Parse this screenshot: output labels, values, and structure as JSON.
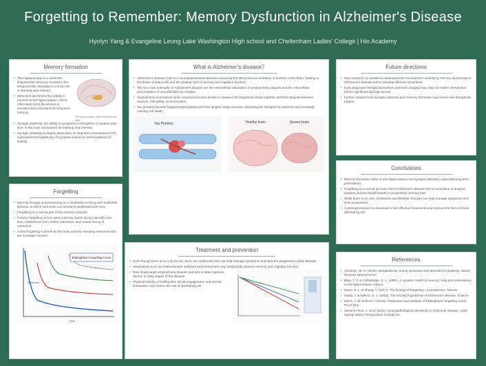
{
  "header": {
    "title": "Forgetting to Remember: Memory Dysfunction in Alzheimer's Disease",
    "authors": "Hyolyn Yang & Evangeline Leung   Lake Washington High school and Cheltenham Ladies' College  |  Hio Academy"
  },
  "memory_formation": {
    "title": "Memory formation",
    "bullets": [
      "The hippocampus is a seahorse-shaped brain structure located in the temporal lobe and plays a crucial role in learning and memory.",
      "Memories are formed by activity in neurons in the hippocampus, where information from the senses is encoded and converted into long-term memory.",
      "Synaptic plasticity, the ability of synapses to strengthen or weaken over time, is the main mechanism for learning and memory.",
      "Synaptic plasticity is largely dependent on long-term potentiation (LTP), a persistent strengthening of synapses based on recent patterns of activity."
    ],
    "figure_caption": "The hippocampus within the temporal lobe"
  },
  "forgetting": {
    "title": "Forgetting",
    "bullets": [
      "Memory storage and processing is a constantly evolving and modifiable process, in which memories can be lost or weakened over time.",
      "Forgetting is a normal part of the memory process.",
      "Passive forgetting occurs when memory traces decay naturally over time, interference from similar memories, and natural decay of memories.",
      "Active forgetting is driven by the brain actively removing memories that are no longer needed."
    ],
    "chart": {
      "title": "Ebbinghaus Forgetting Curve",
      "labels": [
        "Retention",
        "Time"
      ]
    }
  },
  "alzheimers": {
    "title": "What is Alzheimer's disease?",
    "bullets": [
      "Alzheimer's disease (AD) is a neurodegenerative disease caused by the abnormal accumulation of proteins in the brain, leading to the death of brain cells and the gradual loss of memory and cognitive function.",
      "The two main hallmarks of Alzheimer's disease are the extracellular deposition of amyloid-beta plaques and the intracellular accumulation of neurofibrillary tau tangles.",
      "Amyloid beta is produced when amyloid precursor protein is cleaved; the fragments clump together and form plaques between neurons, disrupting communication.",
      "Tau proteins become hyperphosphorylated and form tangles inside neurons, disrupting the transport of nutrients and eventually causing cell death."
    ],
    "fig_labels": {
      "tau": "Tau Proteins",
      "healthy": "Healthy brain",
      "severe": "Severe brain"
    }
  },
  "treatment": {
    "title": "Treatment and prevention",
    "bullets": [
      "Even though there is no cure for AD, there are treatments that can help manage symptoms and slow the progression of the disease.",
      "Medications such as cholinesterase inhibitors and memantine may temporarily improve memory and cognitive function.",
      "New drugs target amyloid beta plaques and aim to slow cognitive decline in early stages of the disease.",
      "Physical activity, a healthy diet, social engagement, and mental stimulation may reduce the risk of developing AD."
    ]
  },
  "future": {
    "title": "Future directions",
    "bullets": [
      "More research is needed to understand the mechanisms underlying memory dysfunction in Alzheimer's disease and to develop effective treatments.",
      "Early diagnosis through biomarkers and brain imaging may allow for earlier intervention before significant damage occurs.",
      "Further research into synaptic plasticity and memory formation may reveal new therapeutic targets."
    ]
  },
  "conclusions": {
    "title": "Conclusions",
    "bullets": [
      "Memory formation relies on the hippocampus and synaptic plasticity, especially long-term potentiation.",
      "Forgetting is a normal process, but in Alzheimer's disease the accumulation of amyloid plaques and tau tangles leads to progressive memory loss.",
      "While there is no cure, treatments and lifestyle changes can help manage symptoms and slow progression.",
      "Continued research is essential to find effective treatments and improve the lives of those affected by AD."
    ]
  },
  "references": {
    "title": "References",
    "items": [
      "Abraham, W. C. (2008). Metaplasticity: tuning synapses and networks for plasticity. Nature Reviews Neuroscience.",
      "Bliss, T. V. & Collingridge, G. L. (1993). A synaptic model of memory: long-term potentiation in the hippocampus. Nature.",
      "Davis, R. L. & Zhong, Y. (2017). The biology of forgetting—a perspective. Neuron.",
      "Hardy, J. & Selkoe, D. J. (2002). The amyloid hypothesis of Alzheimer's disease. Science.",
      "Murre, J. M. & Dros, J. (2015). Replication and analysis of Ebbinghaus' forgetting curve. PLoS One.",
      "Serrano-Pozo, A. et al. (2011). Neuropathological alterations in Alzheimer disease. Cold Spring Harbor Perspectives in Medicine."
    ]
  }
}
